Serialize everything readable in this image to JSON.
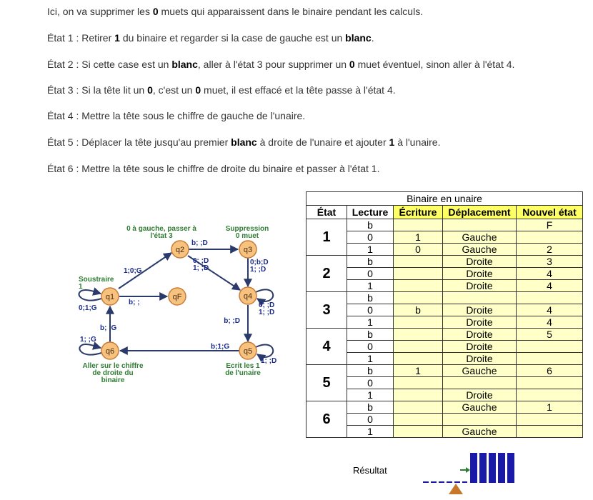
{
  "paragraphs": [
    {
      "parts": [
        {
          "t": "Ici, on va supprimer les "
        },
        {
          "t": "0",
          "b": true
        },
        {
          "t": " muets qui apparaissent dans le binaire pendant les calculs."
        }
      ]
    },
    {
      "parts": [
        {
          "t": "État 1 : Retirer "
        },
        {
          "t": "1",
          "b": true
        },
        {
          "t": " du binaire et regarder si la case de gauche est un "
        },
        {
          "t": "blanc",
          "b": true
        },
        {
          "t": "."
        }
      ]
    },
    {
      "parts": [
        {
          "t": "État 2 : Si cette case est un "
        },
        {
          "t": "blanc",
          "b": true
        },
        {
          "t": ", aller à l'état 3 pour supprimer un "
        },
        {
          "t": "0",
          "b": true
        },
        {
          "t": " muet éventuel, sinon aller à l'état 4."
        }
      ]
    },
    {
      "parts": [
        {
          "t": "État 3 : Si la tête lit un "
        },
        {
          "t": "0",
          "b": true
        },
        {
          "t": ", c'est un "
        },
        {
          "t": "0",
          "b": true
        },
        {
          "t": " muet, il est effacé et la tête passe à l'état 4."
        }
      ]
    },
    {
      "parts": [
        {
          "t": "État 4 : Mettre la tête sous le chiffre de gauche de l'unaire."
        }
      ]
    },
    {
      "parts": [
        {
          "t": "État 5 : Déplacer la tête jusqu'au premier "
        },
        {
          "t": "blanc",
          "b": true
        },
        {
          "t": " à droite de l'unaire et ajouter "
        },
        {
          "t": "1",
          "b": true
        },
        {
          "t": " à l'unaire."
        }
      ]
    },
    {
      "parts": [
        {
          "t": "État 6 : Mettre la tête sous le chiffre de droite du binaire et passer à l'état 1."
        }
      ]
    }
  ],
  "diagram": {
    "states": [
      "q1",
      "q2",
      "q3",
      "q4",
      "qF",
      "q5",
      "q6"
    ],
    "labels": {
      "q2_note": [
        "0 à gauche, passer à",
        "l'état 3"
      ],
      "q3_note": [
        "Suppression",
        "0 muet"
      ],
      "q1_note": [
        "Soustraire",
        "1"
      ],
      "q6_note": [
        "Aller sur le chiffre",
        "de droite du",
        "binaire"
      ],
      "q5_note": [
        "Ecrit les 1",
        "de l'unaire"
      ],
      "q1_q2": "1;0;G",
      "q2_q3": "b; ;D",
      "q2_q4": [
        "0; ;D",
        "1; ;D"
      ],
      "q3_q4": [
        "0;b;D",
        "1; ;D"
      ],
      "q4_loop": [
        "0; ;D",
        "1; ;D"
      ],
      "q4_q5": "b; ;D",
      "q1_loop": "0;1;G",
      "q1_qF": "b; ;",
      "q5_q6": "b;1;G",
      "q5_loop": "1; ;D",
      "q6_loop": "1; ;G",
      "q6_q1": "b; ;G"
    },
    "colors": {
      "state_fill": "#f7c27d",
      "state_stroke": "#c87d3c",
      "arrow": "#2a3a6a",
      "label": "#1a2a8a",
      "note": "#2e7d32"
    }
  },
  "table": {
    "title": "Binaire en unaire",
    "headers": [
      "État",
      "Lecture",
      "Écriture",
      "Déplacement",
      "Nouvel état"
    ],
    "groups": [
      {
        "etat": "1",
        "rows": [
          [
            "b",
            "",
            "",
            "F"
          ],
          [
            "0",
            "1",
            "Gauche",
            ""
          ],
          [
            "1",
            "0",
            "Gauche",
            "2"
          ]
        ]
      },
      {
        "etat": "2",
        "rows": [
          [
            "b",
            "",
            "Droite",
            "3"
          ],
          [
            "0",
            "",
            "Droite",
            "4"
          ],
          [
            "1",
            "",
            "Droite",
            "4"
          ]
        ]
      },
      {
        "etat": "3",
        "rows": [
          [
            "b",
            "",
            "",
            ""
          ],
          [
            "0",
            "b",
            "Droite",
            "4"
          ],
          [
            "1",
            "",
            "Droite",
            "4"
          ]
        ]
      },
      {
        "etat": "4",
        "rows": [
          [
            "b",
            "",
            "Droite",
            "5"
          ],
          [
            "0",
            "",
            "Droite",
            ""
          ],
          [
            "1",
            "",
            "Droite",
            ""
          ]
        ]
      },
      {
        "etat": "5",
        "rows": [
          [
            "b",
            "1",
            "Gauche",
            "6"
          ],
          [
            "0",
            "",
            "",
            ""
          ],
          [
            "1",
            "",
            "Droite",
            ""
          ]
        ]
      },
      {
        "etat": "6",
        "rows": [
          [
            "b",
            "",
            "Gauche",
            "1"
          ],
          [
            "0",
            "",
            "",
            ""
          ],
          [
            "1",
            "",
            "Gauche",
            ""
          ]
        ]
      }
    ]
  },
  "result": {
    "label": "Résultat",
    "tape_cells": 5,
    "colors": {
      "cell": "#1a1aa8",
      "head": "#c8782a",
      "arrow": "#2e7d32"
    }
  }
}
